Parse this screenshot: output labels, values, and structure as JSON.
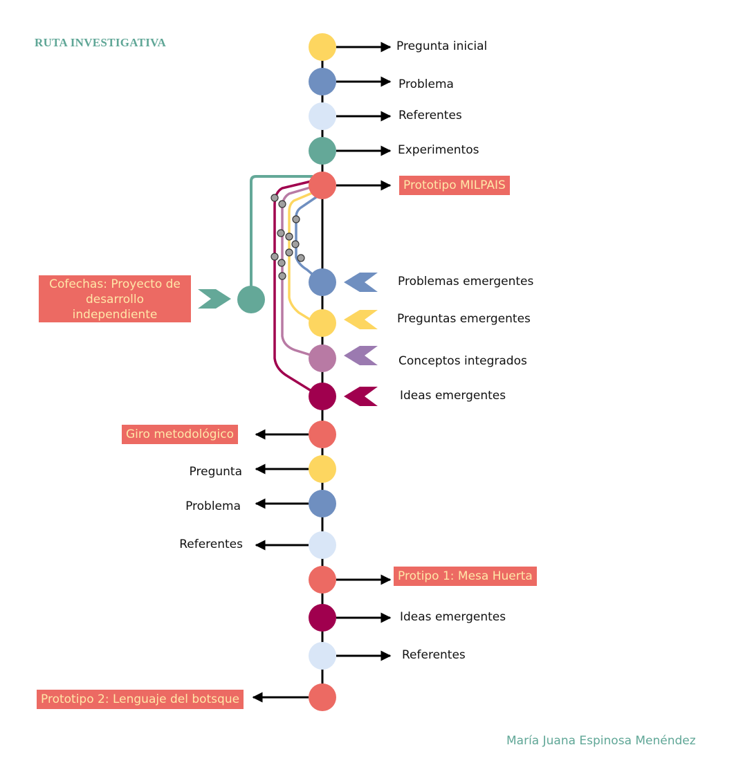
{
  "title": "RUTA INVESTIGATIVA",
  "author": "María Juana Espinosa Menéndez",
  "colors": {
    "yellow": "#fdd660",
    "blue": "#6f8fc0",
    "light_blue": "#d9e6f7",
    "teal": "#64a898",
    "coral": "#ec6a63",
    "mauve": "#b87aa4",
    "maroon": "#a0004e",
    "purple_chevron": "#9b7ab0",
    "box_text": "#ffe7a8"
  },
  "top_steps": [
    {
      "label": "Pregunta inicial",
      "color": "yellow"
    },
    {
      "label": "Problema",
      "color": "blue"
    },
    {
      "label": "Referentes",
      "color": "light_blue"
    },
    {
      "label": "Experimentos",
      "color": "teal"
    },
    {
      "label": "Prototipo MILPAIS",
      "color": "coral",
      "highlight": true
    }
  ],
  "emergent_steps": [
    {
      "label": "Problemas emergentes",
      "color": "blue",
      "chevron": "blue"
    },
    {
      "label": "Preguntas emergentes",
      "color": "yellow",
      "chevron": "yellow"
    },
    {
      "label": "Conceptos integrados",
      "color": "mauve",
      "chevron": "purple_chevron"
    },
    {
      "label": "Ideas emergentes",
      "color": "maroon",
      "chevron": "maroon"
    }
  ],
  "side_branch": {
    "label": "Cofechas: Proyecto de desarrollo independiente",
    "color": "teal"
  },
  "left_steps": [
    {
      "label": "Giro metodológico",
      "color": "coral",
      "highlight": true
    },
    {
      "label": "Pregunta",
      "color": "yellow"
    },
    {
      "label": "Problema",
      "color": "blue"
    },
    {
      "label": "Referentes",
      "color": "light_blue"
    }
  ],
  "bottom_steps": [
    {
      "label": "Protipo 1: Mesa  Huerta",
      "color": "coral",
      "highlight": true
    },
    {
      "label": "Ideas emergentes",
      "color": "maroon"
    },
    {
      "label": "Referentes",
      "color": "light_blue"
    }
  ],
  "final_step": {
    "label": "Prototipo 2: Lenguaje del botsque",
    "color": "coral",
    "highlight": true
  }
}
